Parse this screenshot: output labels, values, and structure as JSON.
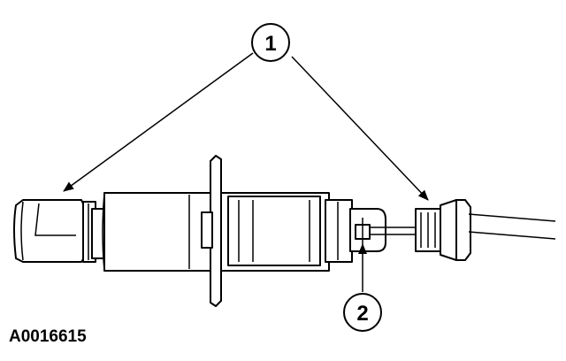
{
  "figure": {
    "callouts": [
      {
        "number": "1"
      },
      {
        "number": "2"
      }
    ],
    "figure_id": "A0016615"
  },
  "colors": {
    "ink": "#000000",
    "paper": "#ffffff"
  }
}
